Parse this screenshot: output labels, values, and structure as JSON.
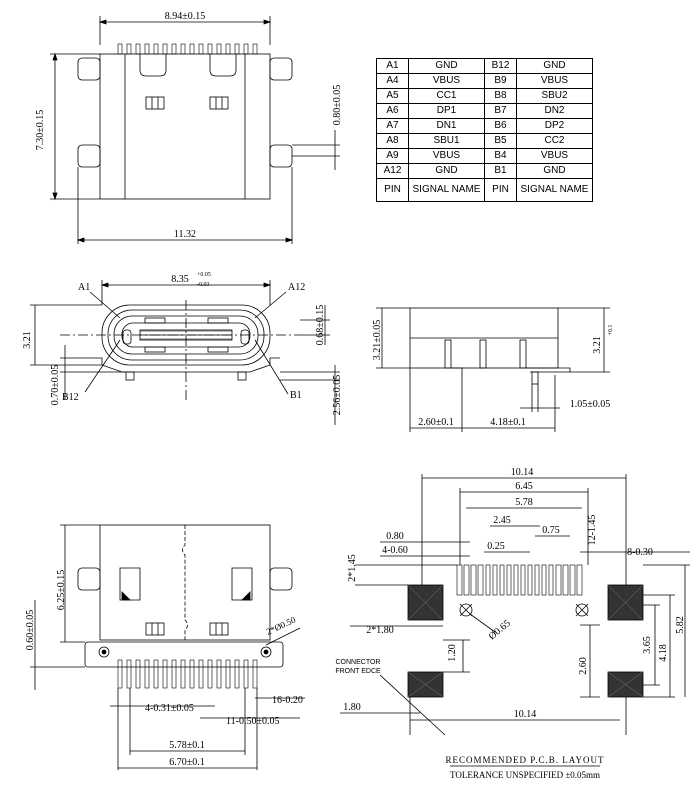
{
  "pin_table": {
    "rows": [
      {
        "pin_a": "A1",
        "sig_a": "GND",
        "pin_b": "B12",
        "sig_b": "GND"
      },
      {
        "pin_a": "A4",
        "sig_a": "VBUS",
        "pin_b": "B9",
        "sig_b": "VBUS"
      },
      {
        "pin_a": "A5",
        "sig_a": "CC1",
        "pin_b": "B8",
        "sig_b": "SBU2"
      },
      {
        "pin_a": "A6",
        "sig_a": "DP1",
        "pin_b": "B7",
        "sig_b": "DN2"
      },
      {
        "pin_a": "A7",
        "sig_a": "DN1",
        "pin_b": "B6",
        "sig_b": "DP2"
      },
      {
        "pin_a": "A8",
        "sig_a": "SBU1",
        "pin_b": "B5",
        "sig_b": "CC2"
      },
      {
        "pin_a": "A9",
        "sig_a": "VBUS",
        "pin_b": "B4",
        "sig_b": "VBUS"
      },
      {
        "pin_a": "A12",
        "sig_a": "GND",
        "pin_b": "B1",
        "sig_b": "GND"
      }
    ],
    "header": {
      "pin": "PIN",
      "signal": "SIGNAL NAME"
    }
  },
  "top_view": {
    "width_dim": "8.94±0.15",
    "height_dim": "7.30±0.15",
    "offset_dim": "0.80±0.05",
    "overall_dim": "11.32"
  },
  "front_view": {
    "width_dim": "8.35",
    "width_tol_upper": "+0.05",
    "width_tol_lower": "-0.03",
    "height_dim": "3.21",
    "pin_a1": "A1",
    "pin_a12": "A12",
    "pin_b12": "B12",
    "pin_b1": "B1",
    "inner_dim": "0.68±0.15",
    "lower_dim": "0.70±0.05",
    "bottom_dim": "2.56±0.05"
  },
  "side_view": {
    "height_left": "3.21±0.05",
    "height_right": "3.21",
    "height_right_tol_upper": "+0.1",
    "height_right_tol_lower": "-0.0",
    "dim_a": "2.60±0.1",
    "dim_b": "4.18±0.1",
    "dim_c": "1.05±0.05"
  },
  "bottom_view": {
    "height_dim": "6.25±0.15",
    "offset_dim": "0.60±0.05",
    "hole_dim": "2*Ø0.50",
    "dim_16": "16-0.20",
    "dim_4": "4-0.31±0.05",
    "dim_11": "11-0.50±0.05",
    "dim_578": "5.78±0.1",
    "dim_670": "6.70±0.1"
  },
  "pcb_layout": {
    "w_1014": "10.14",
    "w_645": "6.45",
    "w_578": "5.78",
    "w_245": "2.45",
    "w_075": "0.75",
    "w_025": "0.25",
    "w_080": "0.80",
    "dim_4_060": "4-0.60",
    "dim_8_030": "8-0.30",
    "dim_12_145": "12-1.45",
    "dim_2x145": "2*1.45",
    "dim_2x180": "2*1.80",
    "hole": "Ø0.65",
    "dim_120": "1.20",
    "dim_260": "2.60",
    "dim_365": "3.65",
    "dim_418": "4.18",
    "dim_582": "5.82",
    "dim_180": "1.80",
    "bottom_1014": "10.14",
    "edge_label_1": "CONNECTOR",
    "edge_label_2": "FRONT EDCE",
    "title": "RECOMMENDED  P.C.B.  LAYOUT",
    "tolerance": "TOLERANCE UNSPECIFIED ±0.05mm"
  }
}
